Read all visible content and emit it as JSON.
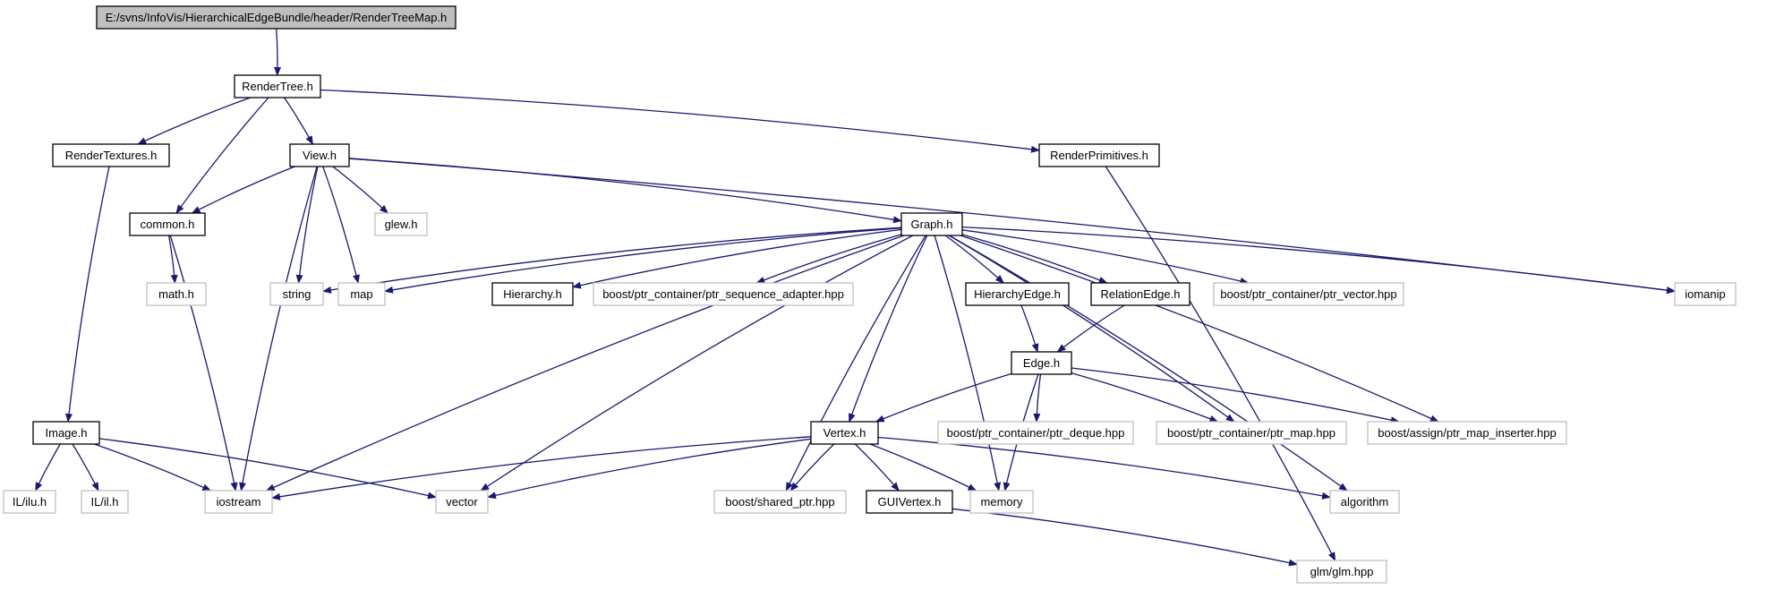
{
  "nodes": [
    {
      "id": "root",
      "label": "E:/svns/InfoVis/HierarchicalEdgeBundle/header/RenderTreeMap.h",
      "kind": "root"
    },
    {
      "id": "rendertree",
      "label": "RenderTree.h",
      "kind": "file"
    },
    {
      "id": "rendertextures",
      "label": "RenderTextures.h",
      "kind": "file"
    },
    {
      "id": "view",
      "label": "View.h",
      "kind": "file"
    },
    {
      "id": "renderprimitives",
      "label": "RenderPrimitives.h",
      "kind": "file"
    },
    {
      "id": "common",
      "label": "common.h",
      "kind": "file"
    },
    {
      "id": "glew",
      "label": "glew.h",
      "kind": "external"
    },
    {
      "id": "graph",
      "label": "Graph.h",
      "kind": "file"
    },
    {
      "id": "math",
      "label": "math.h",
      "kind": "external"
    },
    {
      "id": "string",
      "label": "string",
      "kind": "external"
    },
    {
      "id": "map",
      "label": "map",
      "kind": "external"
    },
    {
      "id": "hierarchy",
      "label": "Hierarchy.h",
      "kind": "file"
    },
    {
      "id": "ptrseq",
      "label": "boost/ptr_container/ptr_sequence_adapter.hpp",
      "kind": "external"
    },
    {
      "id": "hierarchyedge",
      "label": "HierarchyEdge.h",
      "kind": "file"
    },
    {
      "id": "relationedge",
      "label": "RelationEdge.h",
      "kind": "file"
    },
    {
      "id": "ptrvector",
      "label": "boost/ptr_container/ptr_vector.hpp",
      "kind": "external"
    },
    {
      "id": "iomanip",
      "label": "iomanip",
      "kind": "external"
    },
    {
      "id": "edge",
      "label": "Edge.h",
      "kind": "file"
    },
    {
      "id": "image",
      "label": "Image.h",
      "kind": "file"
    },
    {
      "id": "vertex",
      "label": "Vertex.h",
      "kind": "file"
    },
    {
      "id": "ptrdeque",
      "label": "boost/ptr_container/ptr_deque.hpp",
      "kind": "external"
    },
    {
      "id": "ptrmap",
      "label": "boost/ptr_container/ptr_map.hpp",
      "kind": "external"
    },
    {
      "id": "ptrmapins",
      "label": "boost/assign/ptr_map_inserter.hpp",
      "kind": "external"
    },
    {
      "id": "ilu",
      "label": "IL/ilu.h",
      "kind": "external"
    },
    {
      "id": "il",
      "label": "IL/il.h",
      "kind": "external"
    },
    {
      "id": "iostream",
      "label": "iostream",
      "kind": "external"
    },
    {
      "id": "vector",
      "label": "vector",
      "kind": "external"
    },
    {
      "id": "sharedptr",
      "label": "boost/shared_ptr.hpp",
      "kind": "external"
    },
    {
      "id": "guivertex",
      "label": "GUIVertex.h",
      "kind": "file"
    },
    {
      "id": "memory",
      "label": "memory",
      "kind": "external"
    },
    {
      "id": "algorithm",
      "label": "algorithm",
      "kind": "external"
    },
    {
      "id": "glm",
      "label": "glm/glm.hpp",
      "kind": "external"
    }
  ],
  "edges": [
    [
      "root",
      "rendertree"
    ],
    [
      "rendertree",
      "rendertextures"
    ],
    [
      "rendertree",
      "common"
    ],
    [
      "rendertree",
      "view"
    ],
    [
      "rendertree",
      "renderprimitives"
    ],
    [
      "rendertextures",
      "image"
    ],
    [
      "view",
      "common"
    ],
    [
      "view",
      "iostream"
    ],
    [
      "view",
      "string"
    ],
    [
      "view",
      "map"
    ],
    [
      "view",
      "glew"
    ],
    [
      "view",
      "graph"
    ],
    [
      "view",
      "iomanip"
    ],
    [
      "renderprimitives",
      "glm"
    ],
    [
      "common",
      "math"
    ],
    [
      "common",
      "iostream"
    ],
    [
      "graph",
      "iostream"
    ],
    [
      "graph",
      "string"
    ],
    [
      "graph",
      "map"
    ],
    [
      "graph",
      "vector"
    ],
    [
      "graph",
      "hierarchy"
    ],
    [
      "graph",
      "ptrseq"
    ],
    [
      "graph",
      "sharedptr"
    ],
    [
      "graph",
      "vertex"
    ],
    [
      "graph",
      "hierarchyedge"
    ],
    [
      "graph",
      "relationedge"
    ],
    [
      "graph",
      "ptrvector"
    ],
    [
      "graph",
      "ptrmap"
    ],
    [
      "graph",
      "ptrmapins"
    ],
    [
      "graph",
      "memory"
    ],
    [
      "graph",
      "algorithm"
    ],
    [
      "graph",
      "iomanip"
    ],
    [
      "hierarchyedge",
      "edge"
    ],
    [
      "relationedge",
      "edge"
    ],
    [
      "edge",
      "vertex"
    ],
    [
      "edge",
      "memory"
    ],
    [
      "edge",
      "ptrdeque"
    ],
    [
      "edge",
      "ptrmap"
    ],
    [
      "edge",
      "ptrmapins"
    ],
    [
      "image",
      "ilu"
    ],
    [
      "image",
      "il"
    ],
    [
      "image",
      "iostream"
    ],
    [
      "image",
      "vector"
    ],
    [
      "vertex",
      "iostream"
    ],
    [
      "vertex",
      "vector"
    ],
    [
      "vertex",
      "sharedptr"
    ],
    [
      "vertex",
      "guivertex"
    ],
    [
      "vertex",
      "memory"
    ],
    [
      "vertex",
      "algorithm"
    ],
    [
      "guivertex",
      "glm"
    ]
  ]
}
